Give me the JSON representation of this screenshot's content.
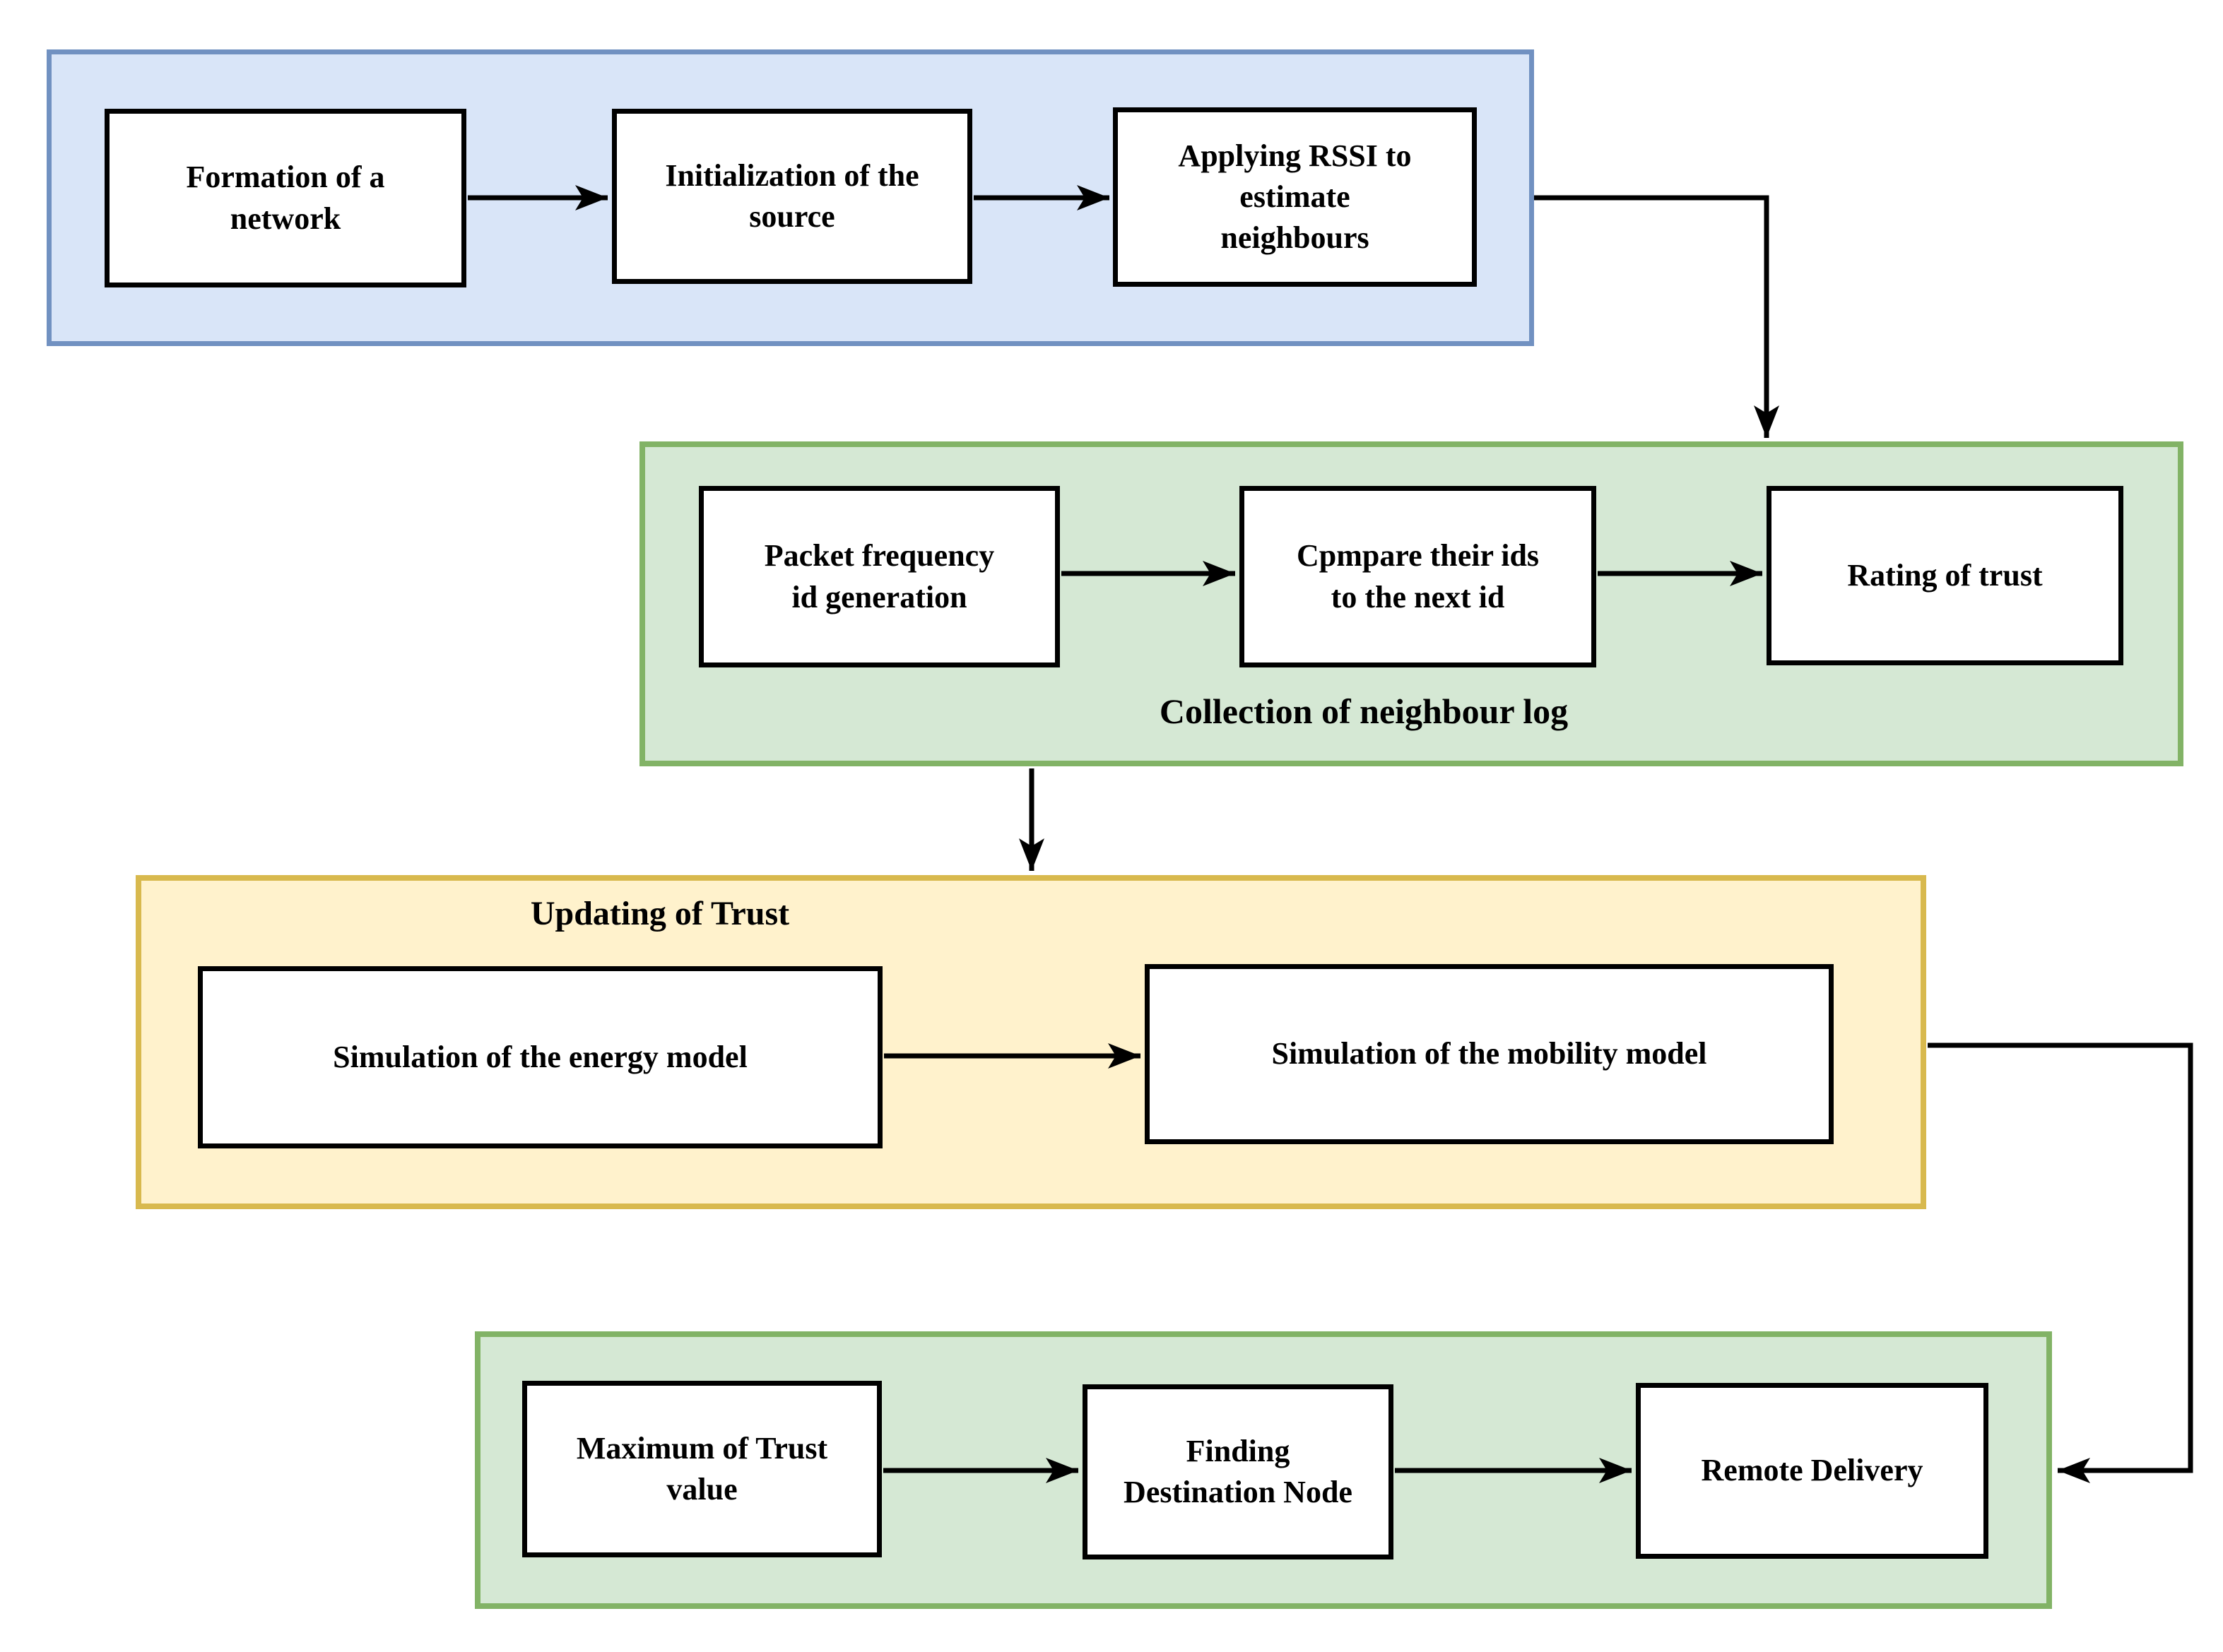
{
  "diagram": {
    "title_hint": "trust-based routing flowchart",
    "colors": {
      "blue_fill": "#d9e5f8",
      "blue_border": "#7191c1",
      "green_fill": "#d5e8d4",
      "green_border": "#82b366",
      "yellow_fill": "#fff2cc",
      "yellow_border": "#d8b94e",
      "node_fill": "#ffffff",
      "node_border": "#000000",
      "arrow_color": "#000000"
    },
    "groups": {
      "collection_label": "Collection of neighbour log",
      "updating_label": "Updating of Trust"
    },
    "boxes": {
      "formation": "Formation of a\nnetwork",
      "initialization": "Initialization of the\nsource",
      "rssi": "Applying RSSI to\nestimate\nneighbours",
      "packet": "Packet frequency\nid generation",
      "compare": "Cpmpare their ids\nto the next id",
      "rating": "Rating of trust",
      "energy": "Simulation of the energy model",
      "mobility": "Simulation of the mobility model",
      "maximum": "Maximum of Trust\nvalue",
      "finding": "Finding\nDestination Node",
      "remote": "Remote Delivery"
    }
  }
}
